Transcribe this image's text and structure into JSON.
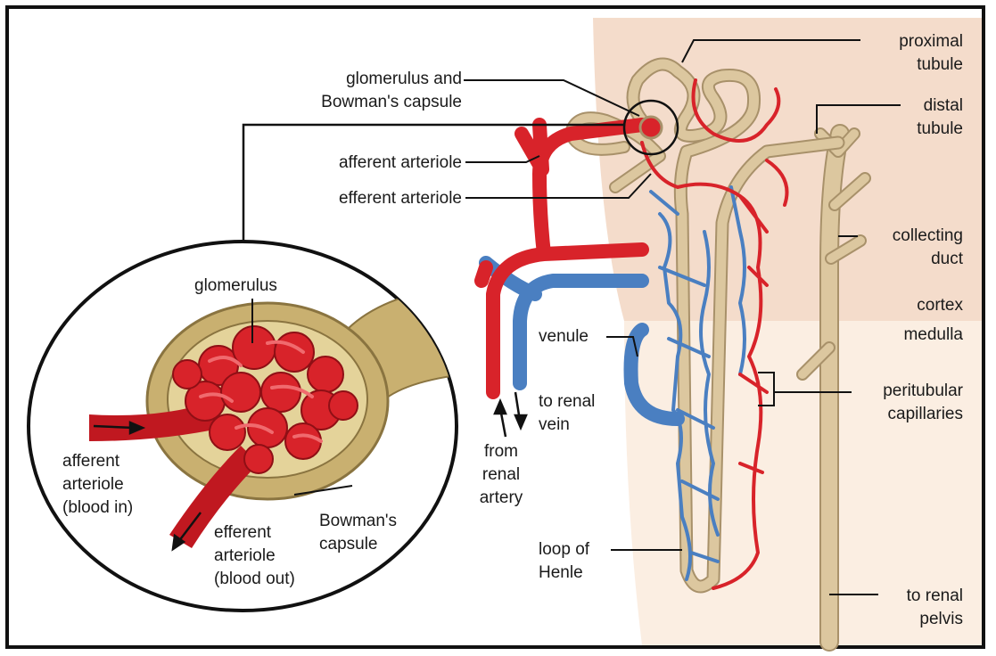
{
  "colors": {
    "cortex": "#f4dccb",
    "medulla": "#fbeee2",
    "tubule": "#dcc79f",
    "tubule_edge": "#a8916a",
    "artery": "#d8232a",
    "vein": "#4a7fc1",
    "capsule": "#c9b070"
  },
  "labels": {
    "glomerulus_capsule": [
      "glomerulus and",
      "Bowman's capsule"
    ],
    "afferent_arteriole": "afferent arteriole",
    "efferent_arteriole": "efferent arteriole",
    "proximal_tubule": [
      "proximal",
      "tubule"
    ],
    "distal_tubule": [
      "distal",
      "tubule"
    ],
    "collecting_duct": [
      "collecting",
      "duct"
    ],
    "cortex": "cortex",
    "medulla": "medulla",
    "venule": "venule",
    "to_renal_vein": [
      "to renal",
      "vein"
    ],
    "from_renal_artery": [
      "from",
      "renal",
      "artery"
    ],
    "peritubular_capillaries": [
      "peritubular",
      "capillaries"
    ],
    "loop_of_henle": [
      "loop of",
      "Henle"
    ],
    "to_renal_pelvis": [
      "to renal",
      "pelvis"
    ],
    "inset_glomerulus": "glomerulus",
    "inset_afferent": [
      "afferent",
      "arteriole",
      "(blood in)"
    ],
    "inset_efferent": [
      "efferent",
      "arteriole",
      "(blood out)"
    ],
    "inset_bowmans": [
      "Bowman's",
      "capsule"
    ]
  }
}
